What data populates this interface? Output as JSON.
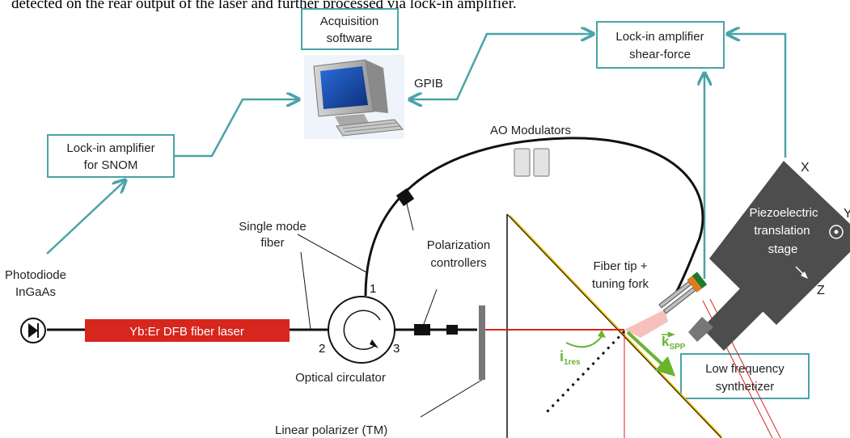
{
  "caption": "detected on the rear output of the laser and further processed via lock-in amplifier.",
  "boxes": {
    "acquisition": [
      "Acquisition",
      "software"
    ],
    "lockin_shear": [
      "Lock-in amplifier",
      "shear-force"
    ],
    "lockin_snom": [
      "Lock-in amplifier",
      "for SNOM"
    ],
    "low_freq": [
      "Low frequency",
      "synthetizer"
    ]
  },
  "labels": {
    "gpib": "GPIB",
    "ao_modulators": "AO Modulators",
    "single_mode_fiber": [
      "Single mode",
      "fiber"
    ],
    "polarization_controllers": [
      "Polarization",
      "controllers"
    ],
    "photodiode": [
      "Photodiode",
      "InGaAs"
    ],
    "laser": "Yb:Er DFB fiber laser",
    "optical_circulator": "Optical circulator",
    "linear_polarizer": "Linear polarizer (TM)",
    "fiber_tip": [
      "Fiber tip +",
      "tuning fork"
    ],
    "piezo": [
      "Piezoelectric",
      "translation",
      "stage"
    ],
    "port_1": "1",
    "port_2": "2",
    "port_3": "3",
    "axis_x": "X",
    "axis_y": "Y",
    "axis_z": "Z",
    "angle_main": "i",
    "angle_sub": "1res",
    "kspp_main": "k",
    "kspp_sub": "SPP"
  },
  "colors": {
    "box_border": "#4aa3a8",
    "arrow": "#4aa3a8",
    "laser_fill": "#d7261e",
    "beam": "#d7261e",
    "prism_edge": "#e8b800",
    "green": "#6ab42d",
    "stage": "#4d4d4d"
  }
}
